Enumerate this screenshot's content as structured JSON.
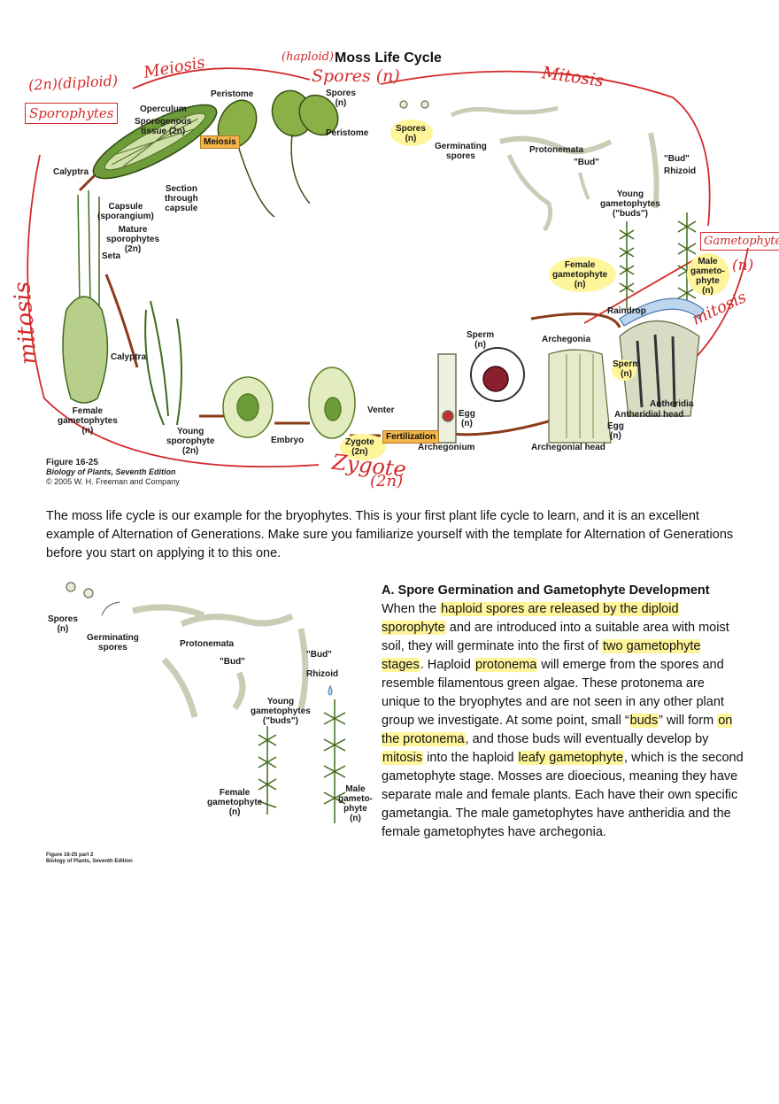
{
  "title": "Moss Life Cycle",
  "annotations": {
    "haploid": "(haploid)",
    "spores_n": "Spores (n)",
    "meiosis": "Meiosis",
    "mitosis_top": "Mitosis",
    "two_n_diploid": "(2n)(diploid)",
    "sporophytes": "Sporophytes",
    "gametophytes": "Gametophytes",
    "n": "(n)",
    "mitosis_right": "mitosis",
    "mitosis_left": "mitosis",
    "zygote": "Zygote",
    "two_n": "(2n)"
  },
  "diagram_labels": {
    "peristome_top": "Peristome",
    "operculum": "Operculum",
    "sporogenous": "Sporogenous\ntissue (2n)",
    "meiosis_box": "Meiosis",
    "spores_top": "Spores\n(n)",
    "peristome_right": "Peristome",
    "spores_mid": "Spores\n(n)",
    "germinating": "Germinating\nspores",
    "protonemata": "Protonemata",
    "bud_q": "\"Bud\"",
    "bud_q2": "\"Bud\"",
    "rhizoid": "Rhizoid",
    "young_gam": "Young\ngametophytes\n(\"buds\")",
    "calyptra": "Calyptra",
    "section": "Section\nthrough\ncapsule",
    "capsule": "Capsule\n(sporangium)",
    "mature": "Mature\nsporophytes\n(2n)",
    "seta": "Seta",
    "female_gam": "Female\ngametophyte\n(n)",
    "male_gam": "Male\ngameto-\nphyte\n(n)",
    "raindrop": "Raindrop",
    "sperm": "Sperm\n(n)",
    "archegonia": "Archegonia",
    "sperm2": "Sperm\n(n)",
    "antheridia": "Antheridia",
    "antheridial_head": "Antheridial head",
    "egg2": "Egg\n(n)",
    "archegonial_head": "Archegonial head",
    "calyptra2": "Calyptra",
    "female_gams": "Female\ngametophytes\n(n)",
    "young_sporo": "Young\nsporophyte\n(2n)",
    "embryo": "Embryo",
    "venter": "Venter",
    "zygote": "Zygote\n(2n)",
    "fertilization": "Fertilization",
    "egg": "Egg\n(n)",
    "archegonium": "Archegonium"
  },
  "figure_caption": {
    "line1": "Figure 16-25",
    "line2": "Biology of Plants, Seventh Edition",
    "line3": "© 2005 W. H. Freeman and Company"
  },
  "intro_text": "The moss life cycle is our example for the bryophytes.  This is your first plant life cycle to learn, and it is an excellent example of Alternation of Generations.  Make sure you familiarize yourself with the template for Alternation of Generations before you start on applying it to this one.",
  "small_figure": {
    "spores": "Spores\n(n)",
    "germinating": "Germinating\nspores",
    "protonemata": "Protonemata",
    "bud": "\"Bud\"",
    "bud2": "\"Bud\"",
    "rhizoid": "Rhizoid",
    "young_gam": "Young\ngametophytes\n(\"buds\")",
    "female_gam": "Female\ngametophyte\n(n)",
    "male_gam": "Male\ngameto-\nphyte\n(n)",
    "caption": "Figure 16-25 part 2\nBiology of Plants, Seventh Edition"
  },
  "section_a": {
    "heading": "A.  Spore Germination and Gametophyte Development",
    "p_1": "When the ",
    "p_2": "haploid spores are released by the diploid sporophyte",
    "p_3": " and are introduced into a suitable area with moist soil, they will germinate into the first of ",
    "p_4": "two gametophyte stages",
    "p_5": ".  Haploid ",
    "p_6": "protonema",
    "p_7": " will emerge from the spores and resemble filamentous green algae.  These protonema are unique to the bryophytes and are not seen in any other plant group we investigate.  At some point, small “",
    "p_8": "buds",
    "p_9": "” will form ",
    "p_10": "on the protonema",
    "p_11": ", and those buds will eventually develop by ",
    "p_12": "mitosis",
    "p_13": " into the haploid ",
    "p_14": "leafy gametophyte",
    "p_15": ", which is the second gametophyte stage.  Mosses are dioecious, meaning they have separate male and female plants.  Each have their own specific gametangia.  The male gametophytes have antheridia and the female gametophytes have archegonia."
  },
  "colors": {
    "annotation_red": "#d42a2a",
    "highlight": "#fff59b",
    "box_orange": "#f3b54a",
    "plant_green": "#7fa63a",
    "arrow_brown": "#8b3a1a"
  }
}
